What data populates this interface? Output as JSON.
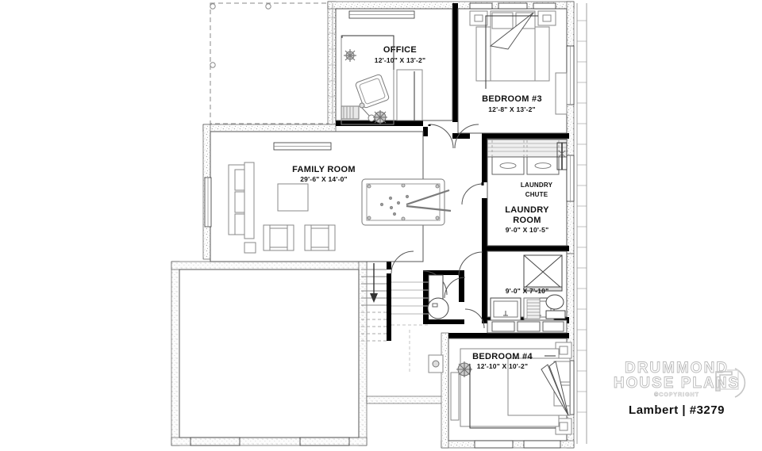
{
  "plan": {
    "title": "Lambert | #3279",
    "level": "basement-floor-plan",
    "rooms": [
      {
        "id": "office",
        "name": "OFFICE",
        "dimensions": "12'-10\" X 13'-2\""
      },
      {
        "id": "bedroom3",
        "name": "BEDROOM #3",
        "dimensions": "12'-8\" X 13'-2\""
      },
      {
        "id": "family",
        "name": "FAMILY ROOM",
        "dimensions": "29'-6\" X 14'-0\""
      },
      {
        "id": "laundry",
        "name": "LAUNDRY ROOM",
        "dimensions": "9'-0\" X 10'-5\""
      },
      {
        "id": "bathroom",
        "name": "",
        "dimensions": "9'-0\" X 7'-10\""
      },
      {
        "id": "bedroom4",
        "name": "BEDROOM #4",
        "dimensions": "12'-10\" X 10'-2\""
      }
    ],
    "annotations": [
      {
        "id": "laundry-chute-1",
        "text": "LAUNDRY"
      },
      {
        "id": "laundry-chute-2",
        "text": "CHUTE"
      }
    ],
    "colors": {
      "wall": "#000000",
      "furniture": "#808080",
      "hatch": "#d8d8d8",
      "text": "#111111"
    }
  },
  "branding": {
    "line1": "DRUMMOND",
    "line2": "HOUSE PLANS",
    "copyright": "©COPYRIGHT",
    "plan_title": "Lambert | #3279"
  }
}
